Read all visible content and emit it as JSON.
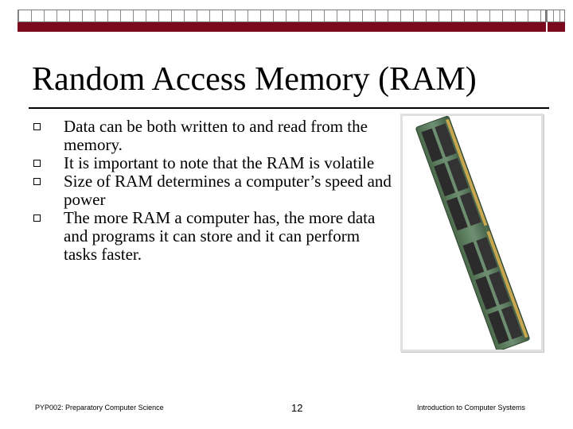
{
  "slide": {
    "title": "Random Access Memory (RAM)",
    "bullets": [
      {
        "text": "Data can be both written to and read from the memory."
      },
      {
        "text": "It is important to note that the RAM is volatile"
      },
      {
        "text": "Size of RAM determines a computer’s speed and power"
      },
      {
        "text": "The more RAM a computer has, the more data and programs it can store and it can perform tasks faster."
      }
    ],
    "image": {
      "icon": "ram-module-photo"
    }
  },
  "footer": {
    "left": "PYP002: Preparatory Computer Science",
    "page_number": "12",
    "right": "Introduction to Computer Systems"
  },
  "colors": {
    "accent": "#7b0a1f",
    "text": "#000000",
    "background": "#ffffff"
  }
}
